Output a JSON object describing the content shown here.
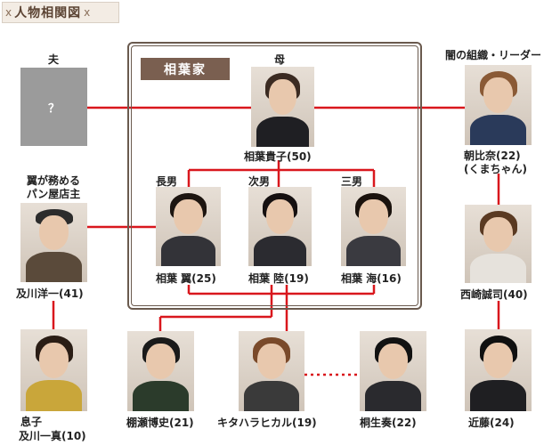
{
  "title": {
    "ornament_left": "ⅹ",
    "text": "人物相関図",
    "ornament_right": "ⅹ"
  },
  "family_label": "相葉家",
  "people": {
    "husband": {
      "role": "夫",
      "photo": "？"
    },
    "mother": {
      "role": "母",
      "name": "相葉貴子(50)"
    },
    "leader": {
      "role": "闇の組織・リーダー",
      "name": "朝比奈(22)",
      "nickname": "(くまちゃん)"
    },
    "son1": {
      "role": "長男",
      "name": "相葉 翼(25)"
    },
    "son2": {
      "role": "次男",
      "name": "相葉 陸(19)"
    },
    "son3": {
      "role": "三男",
      "name": "相葉 海(16)"
    },
    "oikawa": {
      "role1": "翼が務める",
      "role2": "パン屋店主",
      "name": "及川洋一(41)"
    },
    "nishizaki": {
      "name": "西崎誠司(40)"
    },
    "child": {
      "role": "息子",
      "name": "及川一真(10)"
    },
    "tanase": {
      "name": "棚瀬博史(21)"
    },
    "kitahara": {
      "name": "キタハラヒカル(19)"
    },
    "kiryu": {
      "name": "桐生奏(22)"
    },
    "kondo": {
      "name": "近藤(24)"
    }
  },
  "colors": {
    "line": "#d9171d",
    "accent": "#7a5f50",
    "frame": "#6a5a4e"
  }
}
